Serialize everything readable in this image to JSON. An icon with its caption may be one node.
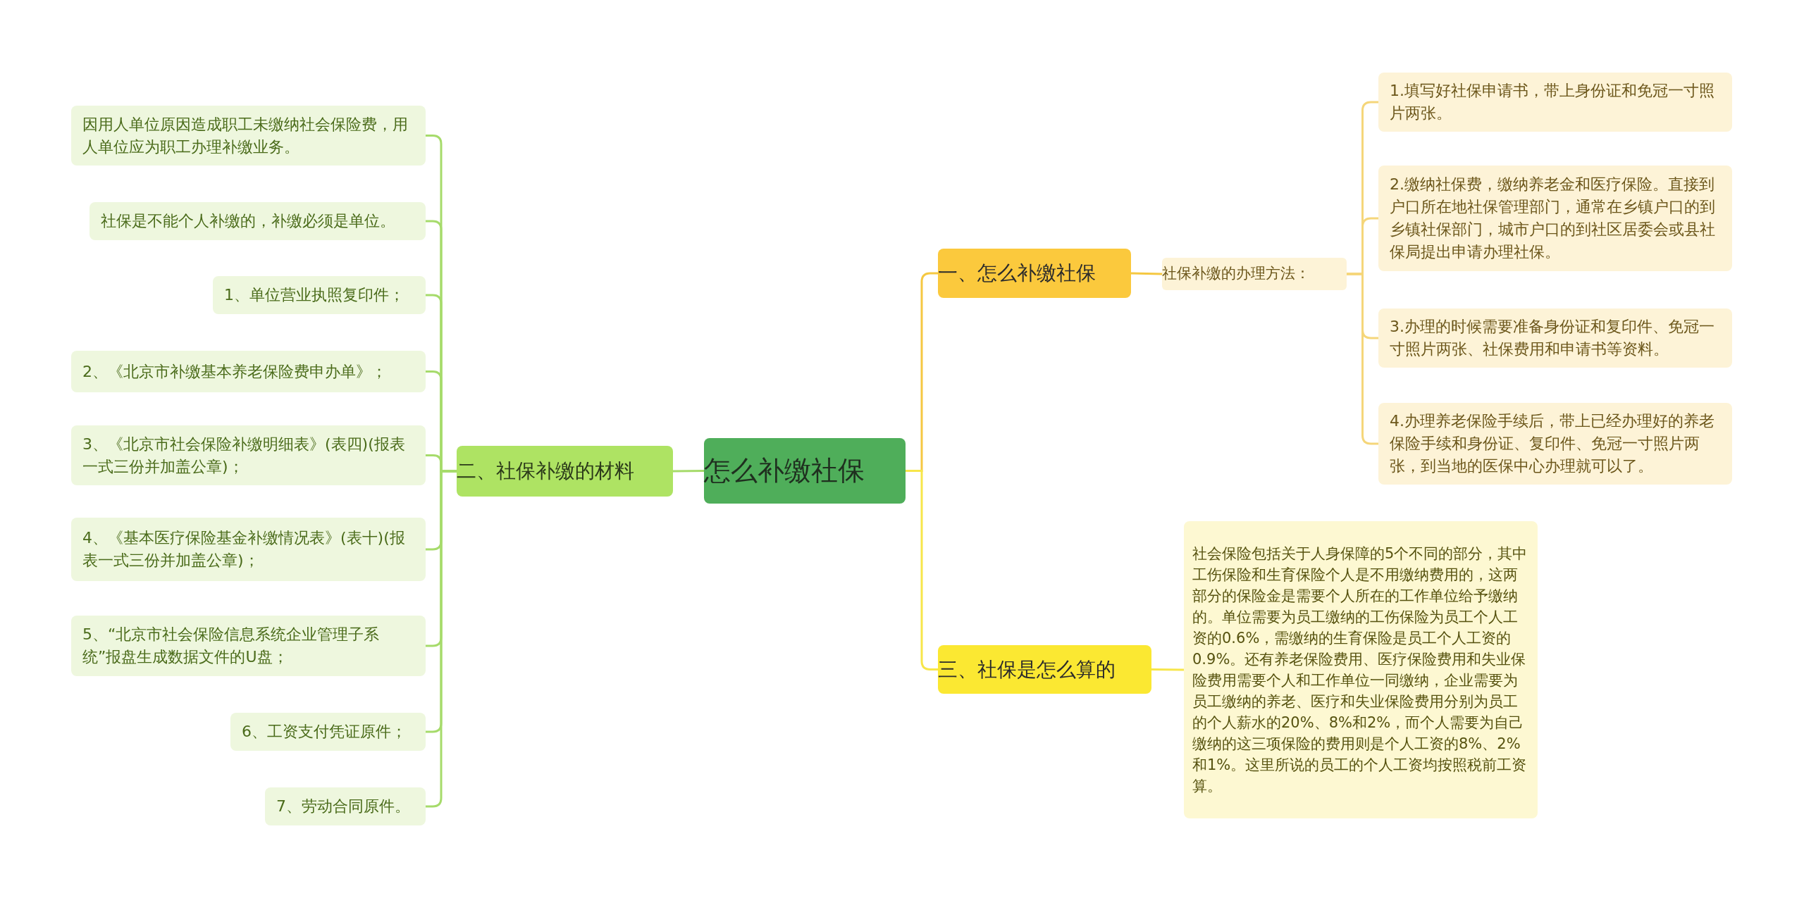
{
  "diagram": {
    "nodes": [
      {
        "text": [
          "怎么补缴社保"
        ]
      },
      {
        "text": [
          "一、怎么补缴社保"
        ]
      },
      {
        "text": [
          "社保补缴的办理方法："
        ]
      },
      {
        "text": [
          "1.填写好社保申请书，带上身份证和免冠一寸照片两张。"
        ]
      },
      {
        "text": [
          "2.缴纳社保费，缴纳养老金和医疗保险。直接到户口所在地社保管理部门，通常在乡镇户口的到乡镇社保部门，城市户口的到社区居委会或县社保局提出申请办理社保。"
        ]
      },
      {
        "text": [
          "3.办理的时候需要准备身份证和复印件、免冠一寸照片两张、社保费用和申请书等资料。"
        ]
      },
      {
        "text": [
          "4.办理养老保险手续后，带上已经办理好的养老保险手续和身份证、复印件、免冠一寸照片两张，到当地的医保中心办理就可以了。"
        ]
      },
      {
        "text": [
          "三、社保是怎么算的"
        ]
      },
      {
        "text": [
          "社会保险包括关于人身保障的5个不同的部分，其中工伤保险和生育保险个人是不用缴纳费用的，这两部分的保险金是需要个人所在的工作单位给予缴纳的。单位需要为员工缴纳的工伤保险为员工个人工资的0.6%，需缴纳的生育保险是员工个人工资的0.9%。还有养老保险费用、医疗保险费用和失业保险费用需要个人和工作单位一同缴纳，企业需要为员工缴纳的养老、医疗和失业保险费用分别为员工的个人薪水的20%、8%和2%，而个人需要为自己缴纳的这三项保险的费用则是个人工资的8%、2%和1%。这里所说的员工的个人工资均按照税前工资算。"
        ]
      },
      {
        "text": [
          "二、社保补缴的材料"
        ]
      },
      {
        "text": [
          "因用人单位原因造成职工未缴纳社会保险费，用人单位应为职工办理补缴业务。"
        ]
      },
      {
        "text": [
          "社保是不能个人补缴的，补缴必须是单位。"
        ]
      },
      {
        "text": [
          "1、单位营业执照复印件；"
        ]
      },
      {
        "text": [
          "2、《北京市补缴基本养老保险费申办单》；"
        ]
      },
      {
        "text": [
          "3、《北京市社会保险补缴明细表》(表四)(报表一式三份并加盖公章)；"
        ]
      },
      {
        "text": [
          "4、《基本医疗保险基金补缴情况表》(表十)(报表一式三份并加盖公章)；"
        ]
      },
      {
        "text": [
          "5、“北京市社会保险信息系统企业管理子系统”报盘生成数据文件的U盘；"
        ]
      },
      {
        "text": [
          "6、工资支付凭证原件；"
        ]
      },
      {
        "text": [
          "7、劳动合同原件。"
        ]
      }
    ],
    "edges": [
      {
        "from": 0,
        "to": 1,
        "arrow": "none",
        "color": "#f5c842"
      },
      {
        "from": 1,
        "to": 2,
        "arrow": "none",
        "color": "#f5c842"
      },
      {
        "from": 2,
        "to": 3,
        "arrow": "none",
        "color": "#f5d67a"
      },
      {
        "from": 2,
        "to": 4,
        "arrow": "none",
        "color": "#f5d67a"
      },
      {
        "from": 2,
        "to": 5,
        "arrow": "none",
        "color": "#f5d67a"
      },
      {
        "from": 2,
        "to": 6,
        "arrow": "none",
        "color": "#f5d67a"
      },
      {
        "from": 0,
        "to": 7,
        "arrow": "none",
        "color": "#f7e64a"
      },
      {
        "from": 7,
        "to": 8,
        "arrow": "none",
        "color": "#f7e64a"
      },
      {
        "from": 0,
        "to": 9,
        "arrow": "none"
      },
      {
        "from": 9,
        "to": 10,
        "arrow": "none"
      },
      {
        "from": 9,
        "to": 11,
        "arrow": "none"
      },
      {
        "from": 9,
        "to": 12,
        "arrow": "none"
      },
      {
        "from": 9,
        "to": 13,
        "arrow": "none"
      },
      {
        "from": 9,
        "to": 14,
        "arrow": "none"
      },
      {
        "from": 9,
        "to": 15,
        "arrow": "none"
      },
      {
        "from": 9,
        "to": 16,
        "arrow": "none"
      },
      {
        "from": 9,
        "to": 17,
        "arrow": "none"
      },
      {
        "from": 9,
        "to": 18,
        "arrow": "none"
      }
    ]
  }
}
